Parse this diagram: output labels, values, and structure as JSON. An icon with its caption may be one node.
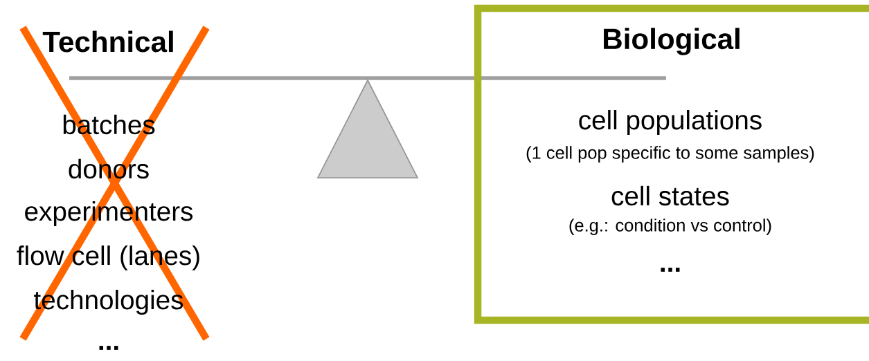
{
  "diagram": {
    "nodes": [
      {
        "text": [
          "Biological",
          "cell populations",
          "(1 cell pop specific to some samples)",
          "cell states",
          "(e.g.: condition vs control)",
          "..."
        ]
      }
    ],
    "labels": [
      "Technical",
      "batches",
      "donors",
      "experimenters",
      "flow cell (lanes)",
      "technologies",
      "..."
    ]
  }
}
